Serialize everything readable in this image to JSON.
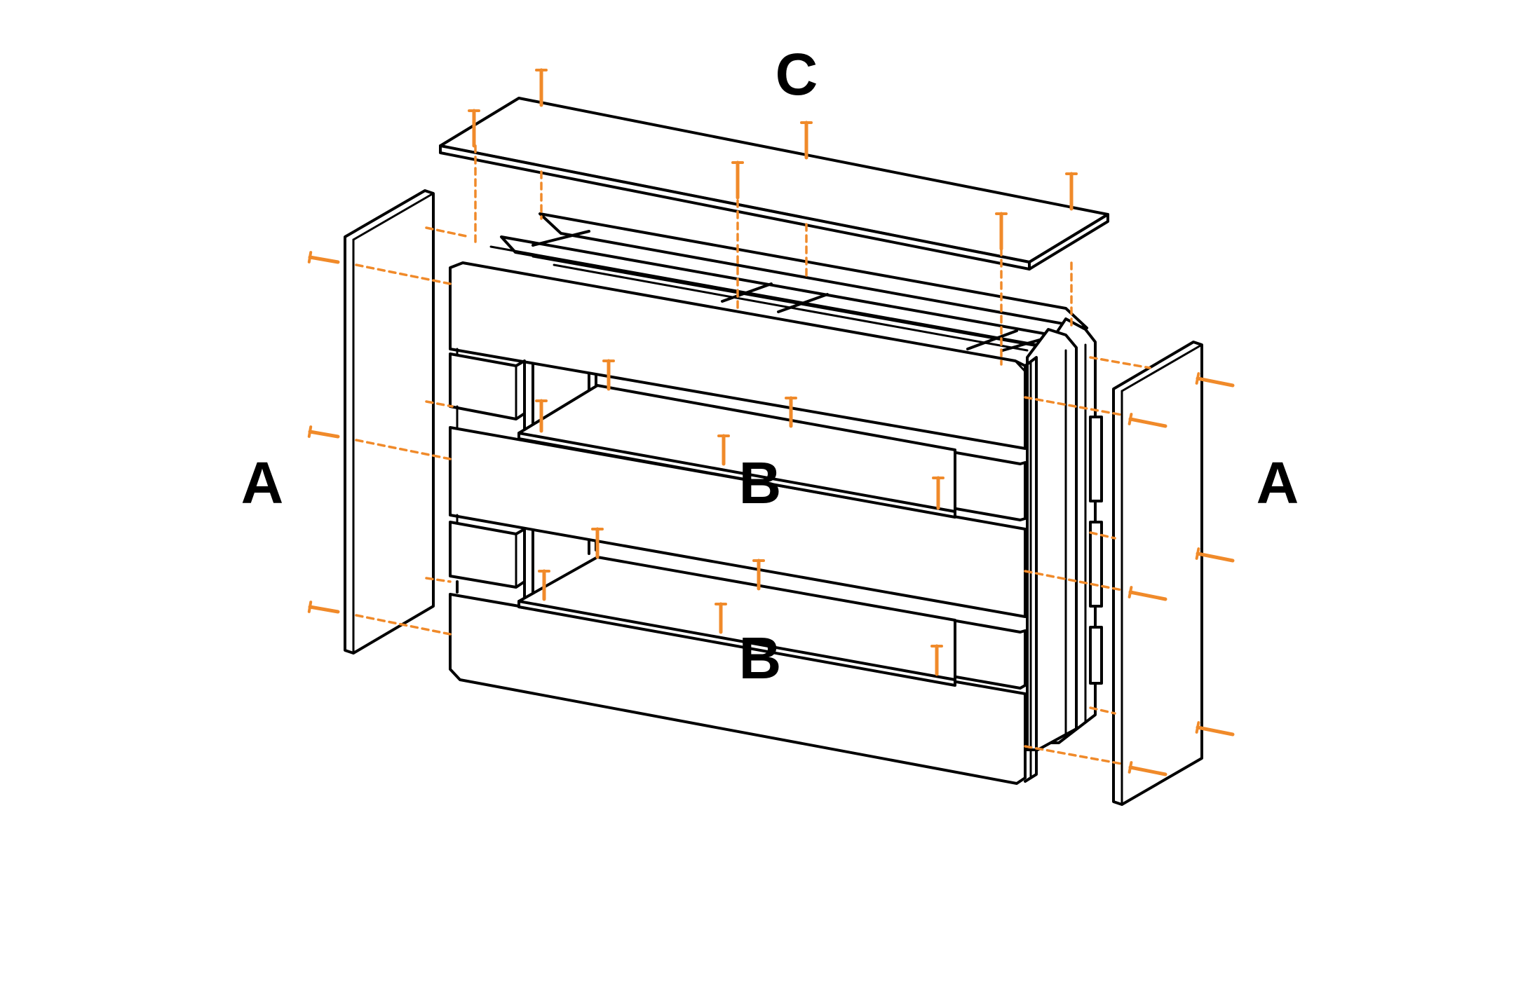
{
  "labels": {
    "top_shelf": "C",
    "left_side": "A",
    "right_side": "A",
    "middle_shelf": "B",
    "lower_shelf": "B"
  },
  "colors": {
    "line": "#000000",
    "fill": "#ffffff",
    "screw": "#f08a2a",
    "guide": "#f08a2a"
  },
  "icons": {
    "fastener": "wood-screw-icon"
  }
}
